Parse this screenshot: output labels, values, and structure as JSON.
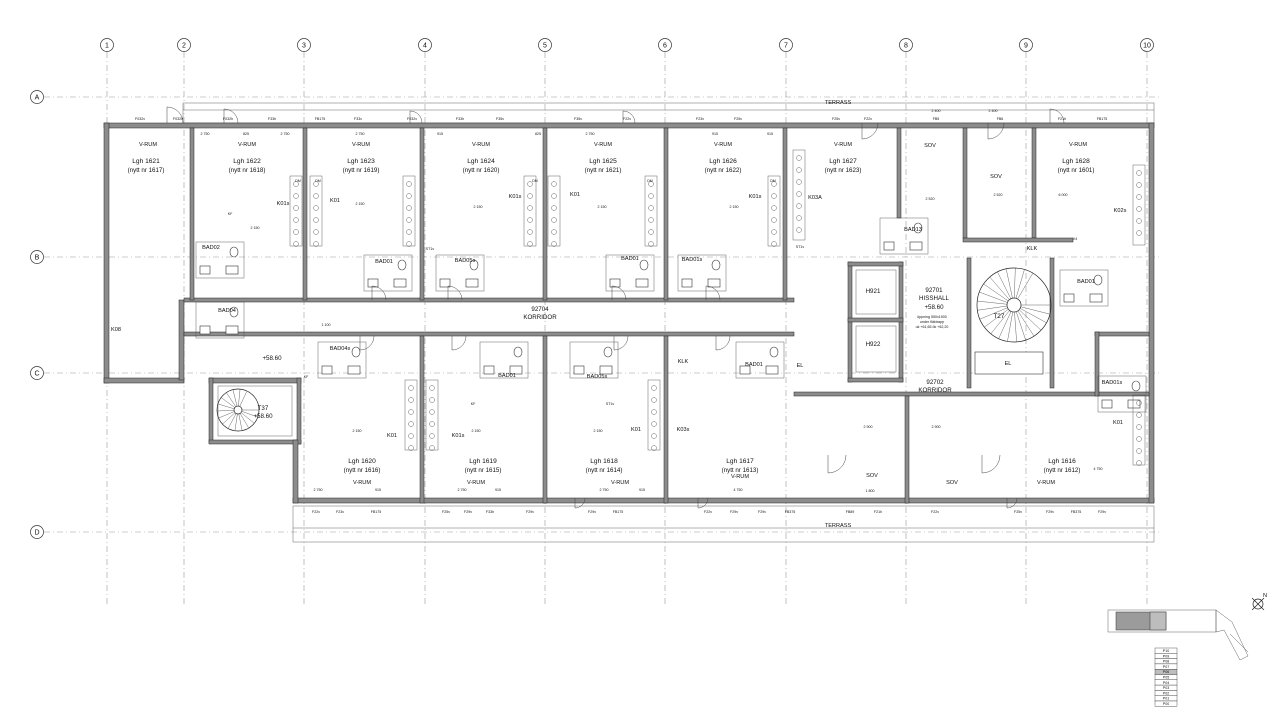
{
  "axes": {
    "columns": [
      "1",
      "2",
      "3",
      "4",
      "5",
      "6",
      "7",
      "8",
      "9",
      "10"
    ],
    "rows": [
      "A",
      "B",
      "C",
      "D"
    ]
  },
  "apartments_north": [
    {
      "title": "Lgh 1621",
      "sub": "(nytt nr 1617)",
      "living": "V-RUM"
    },
    {
      "title": "Lgh 1622",
      "sub": "(nytt nr 1618)",
      "living": "V-RUM"
    },
    {
      "title": "Lgh 1623",
      "sub": "(nytt nr 1619)",
      "living": "V-RUM"
    },
    {
      "title": "Lgh 1624",
      "sub": "(nytt nr 1620)",
      "living": "V-RUM"
    },
    {
      "title": "Lgh 1625",
      "sub": "(nytt nr 1621)",
      "living": "V-RUM"
    },
    {
      "title": "Lgh 1626",
      "sub": "(nytt nr 1622)",
      "living": "V-RUM"
    },
    {
      "title": "Lgh 1627",
      "sub": "(nytt nr 1623)",
      "living": "V-RUM"
    },
    {
      "title": "Lgh 1628",
      "sub": "(nytt nr 1601)",
      "living": "V-RUM"
    }
  ],
  "apartments_south": [
    {
      "title": "Lgh 1620",
      "sub": "(nytt nr 1616)",
      "living": "V-RUM"
    },
    {
      "title": "Lgh 1619",
      "sub": "(nytt nr 1615)",
      "living": "V-RUM"
    },
    {
      "title": "Lgh 1618",
      "sub": "(nytt nr 1614)",
      "living": "V-RUM"
    },
    {
      "title": "Lgh 1617",
      "sub": "(nytt nr 1613)",
      "living": "V-RUM"
    },
    {
      "title": "Lgh 1616",
      "sub": "(nytt nr 1612)",
      "living": "V-RUM"
    }
  ],
  "rooms": {
    "terrass": "TERRASS",
    "sov": "SOV",
    "klk": "KLK",
    "el": "EL",
    "corridor_west_num": "92704",
    "corridor_west": "KORRIDOR",
    "corridor_east_num": "92702",
    "corridor_east": "KORRIDOR",
    "hisshall_num": "92701",
    "hisshall": "HISSHALL",
    "hisshall_level": "+58.60",
    "hisshall_note1": "öppning 550x1900",
    "hisshall_note2": "under fläktrapp",
    "hisshall_note3": "uk +61,65  ök +62,20",
    "lift1": "H921",
    "lift2": "H922",
    "stair_east": "T27",
    "stair_west": "T37",
    "stair_west_level": "+58.60",
    "level_mark": "+58.60",
    "kitchen_k08": "K08"
  },
  "bath_labels": [
    "BAD02",
    "BAD04",
    "BAD01",
    "BAD05s",
    "BAD01",
    "BAD01s",
    "BAD01",
    "BAD04s",
    "BAD01",
    "BAD05s",
    "BAD01",
    "BAD01s",
    "BAD13"
  ],
  "kitchen_labels": [
    "K01s",
    "K01",
    "K01s",
    "K01",
    "K01s",
    "K03A",
    "K02s",
    "K01",
    "K01s",
    "K01",
    "K03s",
    "K01"
  ],
  "fixtures": [
    "DM",
    "TM",
    "KF",
    "ST1v",
    "V4"
  ],
  "window_tags": [
    "F032v",
    "F032h",
    "F33h",
    "F33v",
    "F35v",
    "F22v",
    "F23v",
    "F25v",
    "F29v",
    "F21h",
    "FB175",
    "FB375",
    "FB89",
    "FB5",
    "FB6"
  ],
  "dimensions": [
    "2 750",
    "825",
    "915",
    "2 150",
    "1 100",
    "4 750",
    "2 900",
    "2 400",
    "1 800",
    "2 520",
    "6 000"
  ],
  "keyplan_floors": [
    "P10",
    "P09",
    "P08",
    "P07",
    "P06",
    "P05",
    "P04",
    "P03",
    "P02",
    "P01",
    "P00"
  ],
  "north_label": "N"
}
